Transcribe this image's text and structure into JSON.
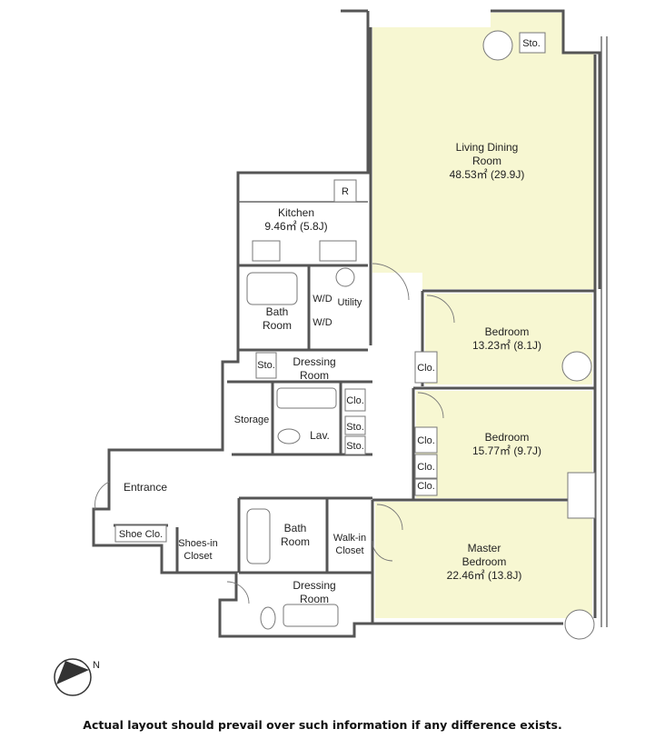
{
  "colors": {
    "room_fill": "#f7f7d2",
    "wall": "#555555",
    "background": "#ffffff"
  },
  "rooms": {
    "living": {
      "name_line1": "Living Dining",
      "name_line2": "Room",
      "area": "48.53㎡ (29.9J)"
    },
    "bedroom1": {
      "name": "Bedroom",
      "area": "13.23㎡ (8.1J)"
    },
    "bedroom2": {
      "name": "Bedroom",
      "area": "15.77㎡ (9.7J)"
    },
    "master": {
      "name_line1": "Master",
      "name_line2": "Bedroom",
      "area": "22.46㎡ (13.8J)"
    },
    "kitchen": {
      "name": "Kitchen",
      "area": "9.46㎡ (5.8J)"
    }
  },
  "labels": {
    "sto": "Sto.",
    "r": "R",
    "bath_line1": "Bath",
    "bath_line2": "Room",
    "wd": "W/D",
    "utility": "Utility",
    "dressing_line1": "Dressing",
    "dressing_line2": "Room",
    "clo": "Clo.",
    "storage": "Storage",
    "lav": "Lav.",
    "entrance": "Entrance",
    "shoe_clo": "Shoe Clo.",
    "shoes_in_line1": "Shoes-in",
    "shoes_in_line2": "Closet",
    "walkin_line1": "Walk-in",
    "walkin_line2": "Closet",
    "compass_letter": "N"
  },
  "icons": [
    "compass-icon",
    "door-swing-icon",
    "bathtub-icon",
    "toilet-icon",
    "sink-icon",
    "stove-icon",
    "column-icon"
  ],
  "disclaimer": "Actual layout should prevail over such information if any difference exists."
}
